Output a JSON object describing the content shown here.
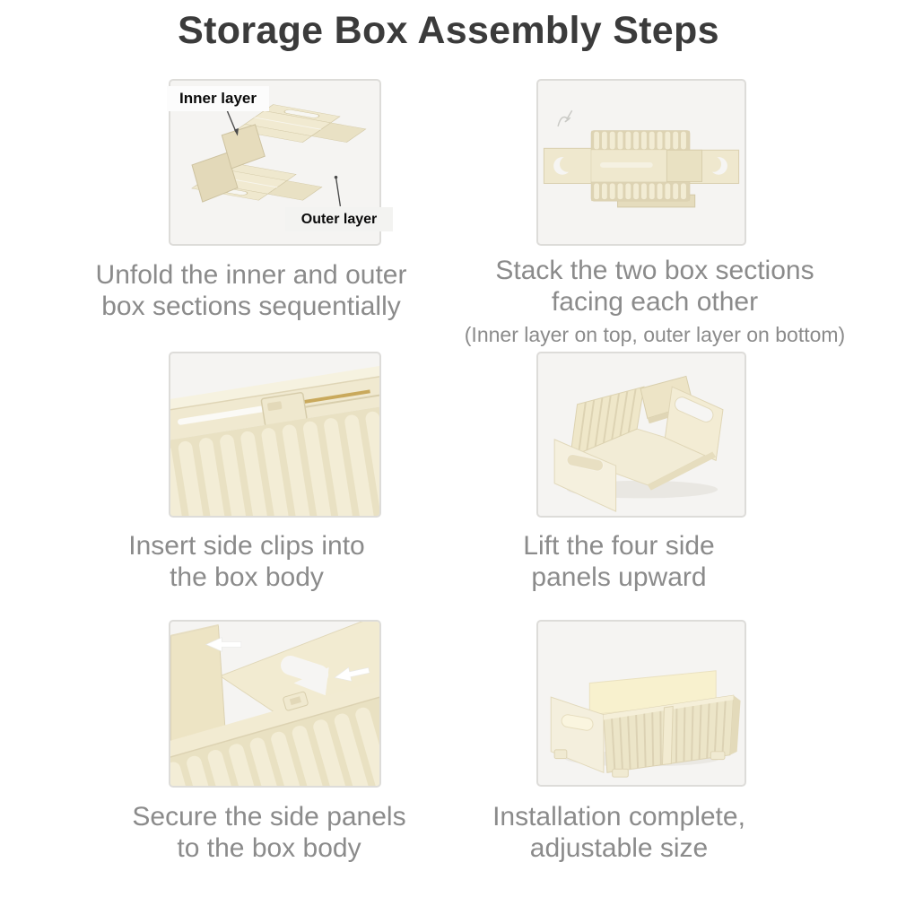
{
  "title": "Storage Box Assembly Steps",
  "colors": {
    "title_text": "#3B3B3B",
    "caption_text": "#8B8B8B",
    "panel_background": "#F5F4F2",
    "panel_border": "#DDDCD9",
    "box_cream": "#EDE5C8",
    "box_cream_light": "#F3EDD6",
    "box_cream_dark": "#DCD2B2",
    "box_inner_yellow": "#F8F1CE",
    "annotation_text": "#0B0B0B",
    "annotation_background": "#FCFCFC",
    "arrow_white": "#FFFFFF",
    "clip_gold_line": "#C9A95C"
  },
  "icons": {
    "arrow_left": "◀",
    "handle_cutout": "stadium-slot",
    "crescent_cutout": "crescent-hole"
  },
  "steps": [
    {
      "caption_line1": "Unfold the inner and outer",
      "caption_line2": "box sections sequentially",
      "annotations": [
        "Inner layer",
        "Outer layer"
      ]
    },
    {
      "caption_line1": "Stack the two box sections",
      "caption_line2": "facing each other",
      "subcaption": "(Inner layer on top, outer layer on bottom)"
    },
    {
      "caption_line1": "Insert side clips into",
      "caption_line2": "the box body"
    },
    {
      "caption_line1": "Lift the four side",
      "caption_line2": "panels upward"
    },
    {
      "caption_line1": "Secure the side panels",
      "caption_line2": "to the box body"
    },
    {
      "caption_line1": "Installation complete,",
      "caption_line2": "adjustable size"
    }
  ]
}
